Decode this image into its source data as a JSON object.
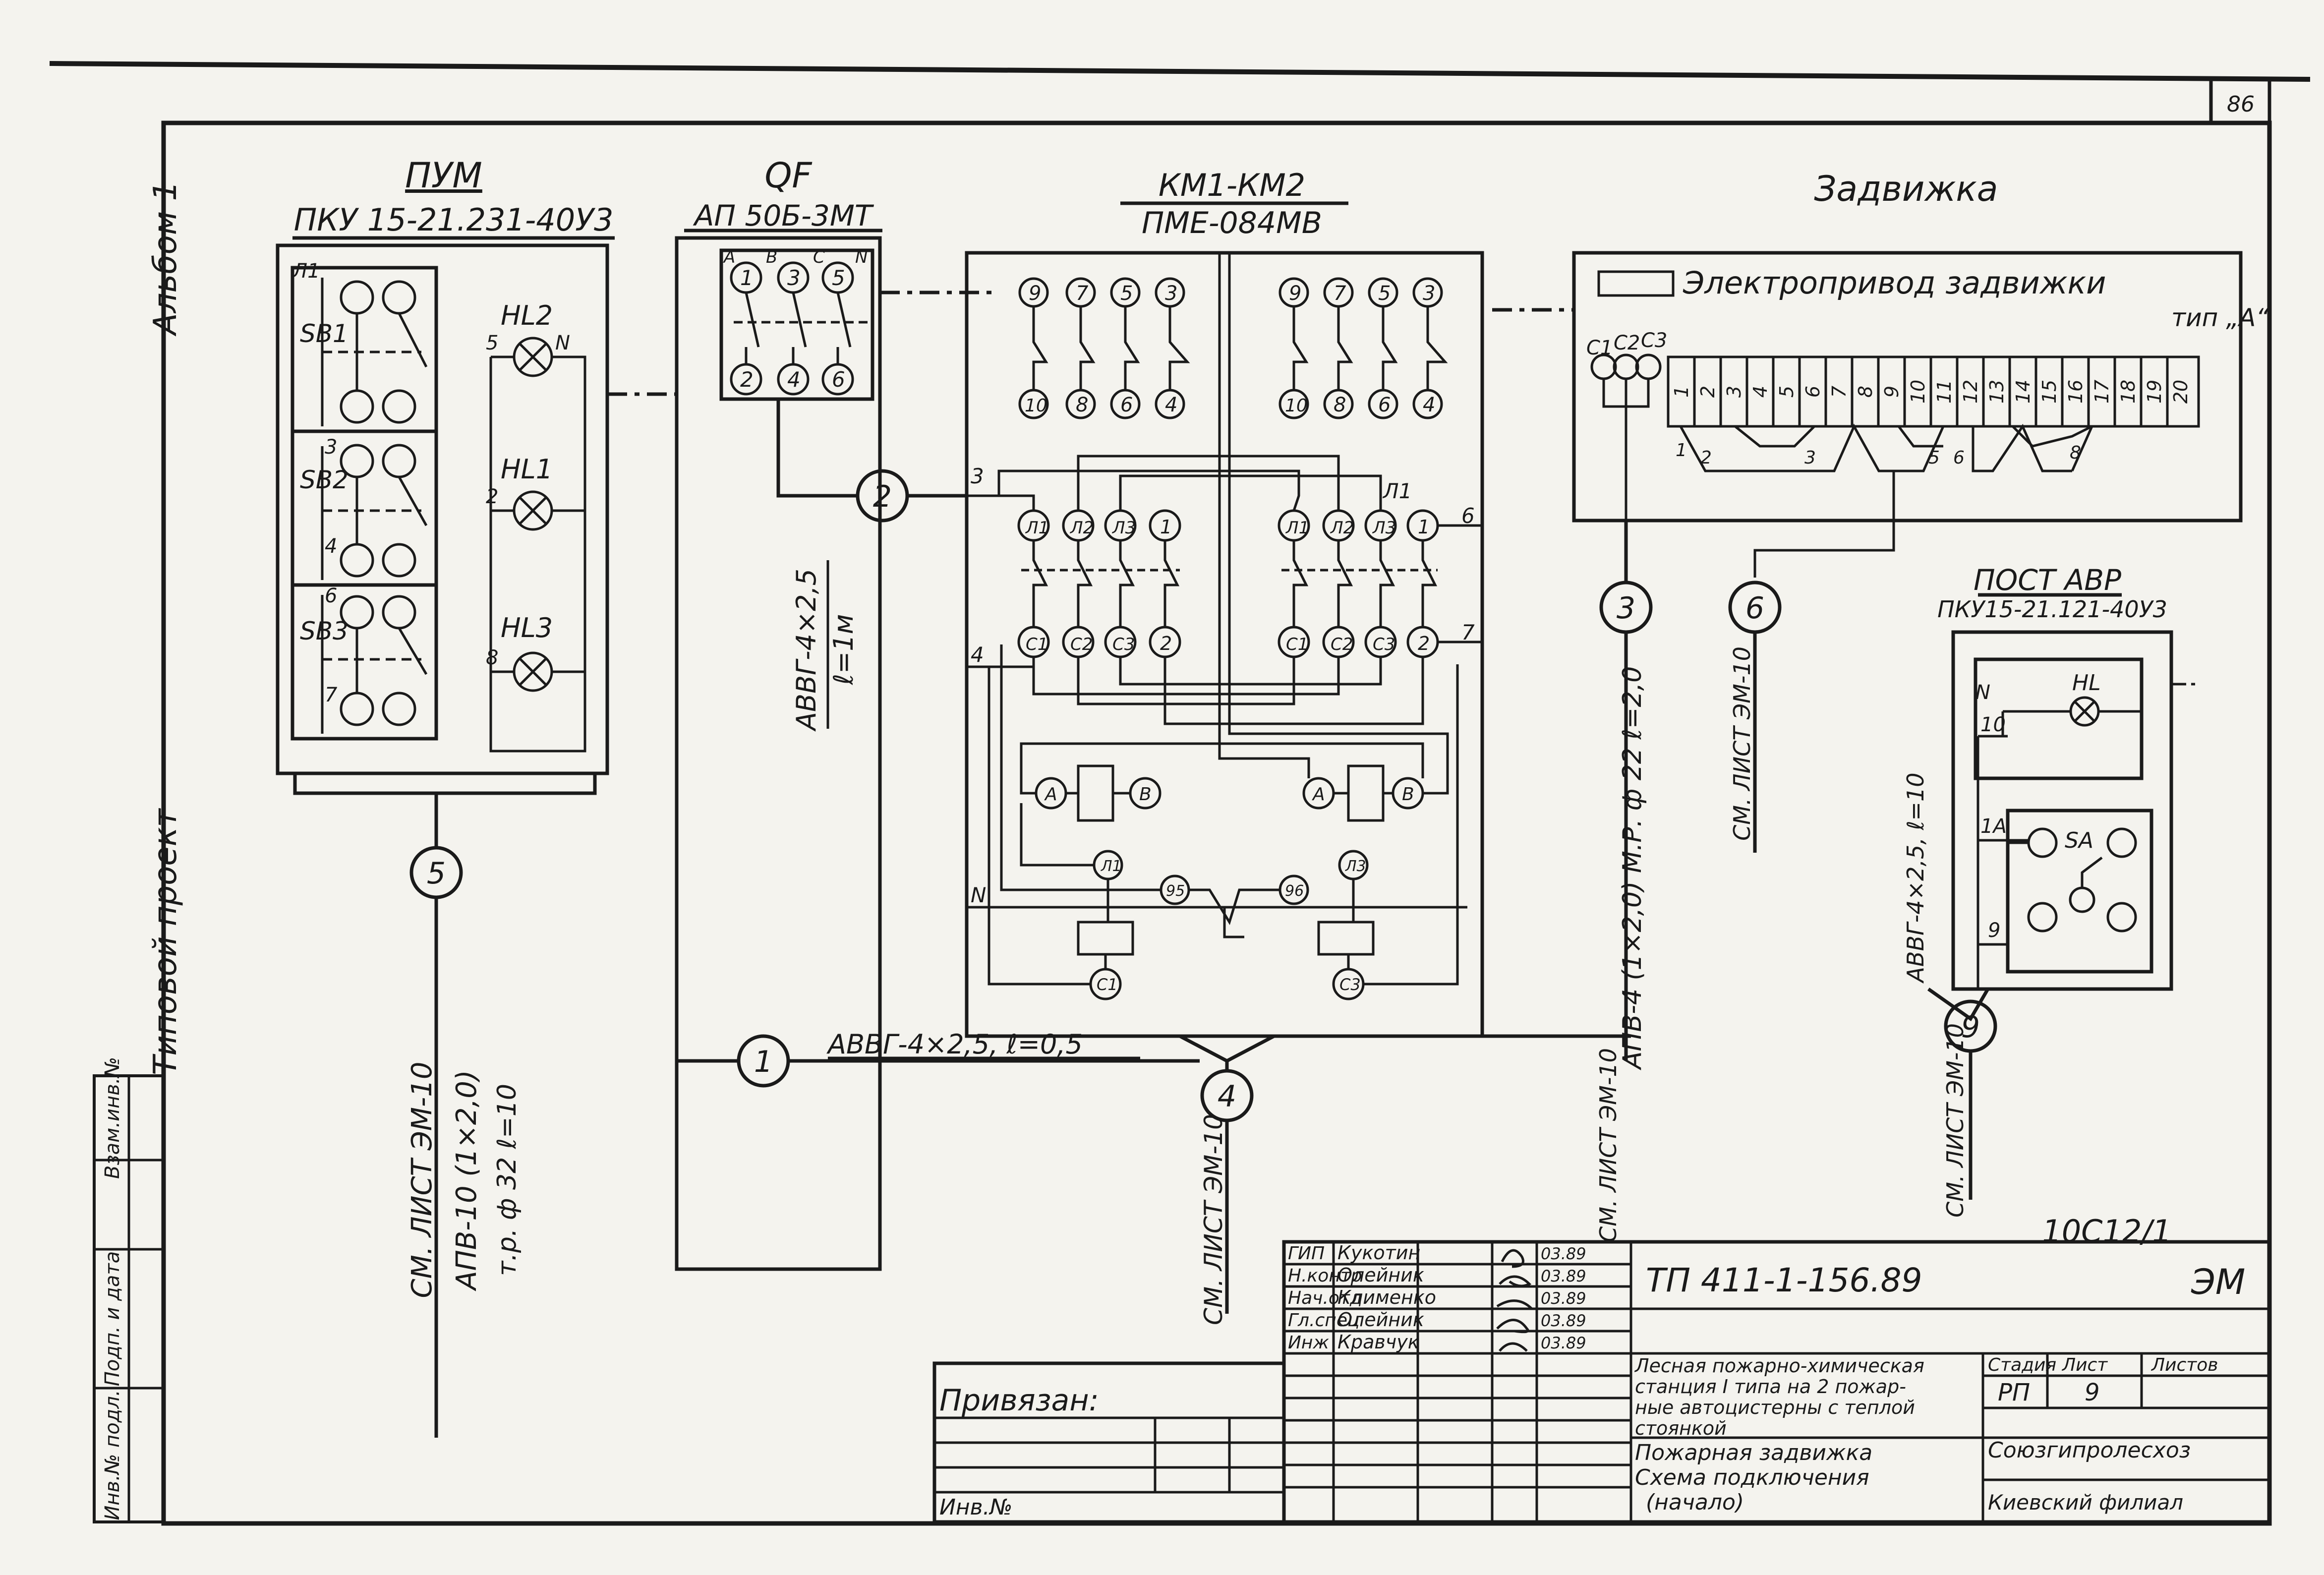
{
  "sheet": {
    "sheet_no_top": "86",
    "album": "Альбом 1",
    "project_kind": "Типовой проект",
    "drawing_code_stamp": "10С12/1"
  },
  "left_strip": {
    "cols": [
      "Инв.№ подл.",
      "Подп. и дата",
      "Взам.инв.№"
    ]
  },
  "pum": {
    "title": "ПУМ",
    "model": "ПКУ 15-21.231-40У3",
    "buttons": [
      "SB1",
      "SB2",
      "SB3"
    ],
    "lamps": [
      "HL2",
      "HL1",
      "HL3"
    ],
    "terminals": [
      "Л1",
      "3",
      "4",
      "6",
      "7",
      "5",
      "2",
      "8",
      "N"
    ],
    "cable_no": "5",
    "cable_ref": "СМ. ЛИСТ ЭМ-10",
    "cable_type": "АПВ-10 (1×2,0)",
    "cable_pipe": "т.р. ф 32   ℓ=10"
  },
  "qf": {
    "title": "QF",
    "model": "АП 50Б-3МТ",
    "top_terms": [
      "А",
      "В",
      "С",
      "N"
    ],
    "top_nums": [
      "1",
      "3",
      "5"
    ],
    "bot_nums": [
      "2",
      "4",
      "6"
    ],
    "cable_no": "2",
    "cable_type": "АВВГ-4×2,5",
    "cable_len": "ℓ=1м"
  },
  "km": {
    "title": "КМ1-КМ2",
    "model": "ПМЕ-084МВ",
    "top_nums": [
      "9",
      "7",
      "5",
      "3"
    ],
    "bot_nums": [
      "10",
      "8",
      "6",
      "4"
    ],
    "phase_in": [
      "Л1",
      "Л2",
      "Л3",
      "1"
    ],
    "phase_out": [
      "С1",
      "С2",
      "С3",
      "2"
    ],
    "coil": [
      "А",
      "В"
    ],
    "aux": [
      "Л1",
      "95",
      "96",
      "Л3"
    ],
    "therm": [
      "С1",
      "С3"
    ],
    "wire_labels": [
      "3",
      "4",
      "N",
      "Л1",
      "6",
      "7"
    ]
  },
  "valve": {
    "title": "Задвижка",
    "actuator": "Электропривод задвижки",
    "type": "тип „А“",
    "motor": [
      "С1",
      "С2",
      "С3"
    ],
    "terminals": [
      "1",
      "2",
      "3",
      "4",
      "5",
      "6",
      "7",
      "8",
      "9",
      "10",
      "11",
      "12",
      "13",
      "14",
      "15",
      "16",
      "17",
      "18",
      "19",
      "20"
    ],
    "jumpers": [
      "1",
      "2",
      "3",
      "5",
      "6",
      "8"
    ]
  },
  "avr": {
    "title": "ПОСТ АВР",
    "model": "ПКУ15-21.121-40У3",
    "lamp": "HL",
    "switch": "SA",
    "terminals": [
      "N",
      "10",
      "1А",
      "9"
    ],
    "cable_no": "9",
    "cable_type": "АВВГ-4×2,5, ℓ=10",
    "cable_ref": "СМ. ЛИСТ ЭМ-10"
  },
  "cables": {
    "c1_no": "1",
    "c1_type": "АВВГ-4×2,5,   ℓ=0,5",
    "c3_no": "3",
    "c3_type": "АПВ-4 (1×2,0) М.Р. ф 22  ℓ=2,0",
    "c4_no": "4",
    "c4_ref": "СМ. ЛИСТ ЭМ-10",
    "c6_no": "6",
    "c6_ref": "СМ. ЛИСТ ЭМ-10",
    "c_right_ref": "СМ. ЛИСТ ЭМ-10"
  },
  "title_block": {
    "code": "ТП   411-1-156.89",
    "mark": "ЭМ",
    "roles": [
      "ГИП",
      "Н.контр",
      "Нач.отд",
      "Гл.спец",
      "Инж"
    ],
    "names": [
      "Кукотин",
      "Олейник",
      "Клименко",
      "Олейник",
      "Кравчук"
    ],
    "dates": [
      "03.89",
      "03.89",
      "03.89",
      "03.89",
      "03.89"
    ],
    "object": "Лесная пожарно-химическая станция I типа на 2 пожарные автоцистерны с теплой стоянкой",
    "object_l1": "Лесная пожарно-химическая",
    "object_l2": "станция I типа на 2 пожар-",
    "object_l3": "ные автоцистерны с теплой",
    "object_l4": "стоянкой",
    "sheet_title_l1": "Пожарная задвижка",
    "sheet_title_l2": "Схема подключения",
    "sheet_title_l3": "(начало)",
    "stage_h": "Стадия",
    "sheet_h": "Лист",
    "sheets_h": "Листов",
    "stage": "РП",
    "sheet": "9",
    "org": "Союзгипролесхоз",
    "branch": "Киевский филиал",
    "attached": "Привязан:",
    "inv": "Инв.№"
  }
}
